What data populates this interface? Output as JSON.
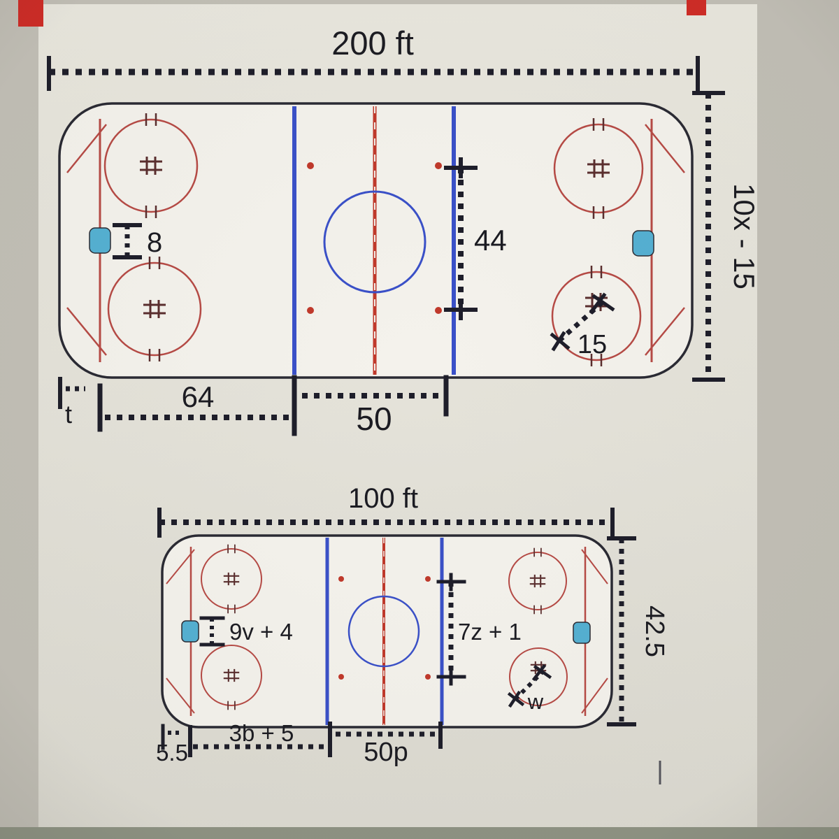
{
  "colors": {
    "background": "#c2bfb6",
    "panel": "#e6e4db",
    "ice": "#f4f2ec",
    "red_line": "#b64a45",
    "blue_line": "#3a50c8",
    "dimension": "#1e1e2a",
    "crease": "#55b0d2",
    "marker_red": "#cf2b26"
  },
  "top_rink": {
    "width": "200 ft",
    "side": "10x - 15",
    "goal": "8",
    "blue_line_dim": "44",
    "circle_dim": "15",
    "bottom_left": "64",
    "bottom_center": "50",
    "corner": "t"
  },
  "bottom_rink": {
    "width": "100 ft",
    "side": "42.5",
    "goal": "9v + 4",
    "blue_line_dim": "7z + 1",
    "circle_dim": "w",
    "bottom_left": "3b + 5",
    "bottom_center": "50p",
    "corner": "5.5"
  }
}
